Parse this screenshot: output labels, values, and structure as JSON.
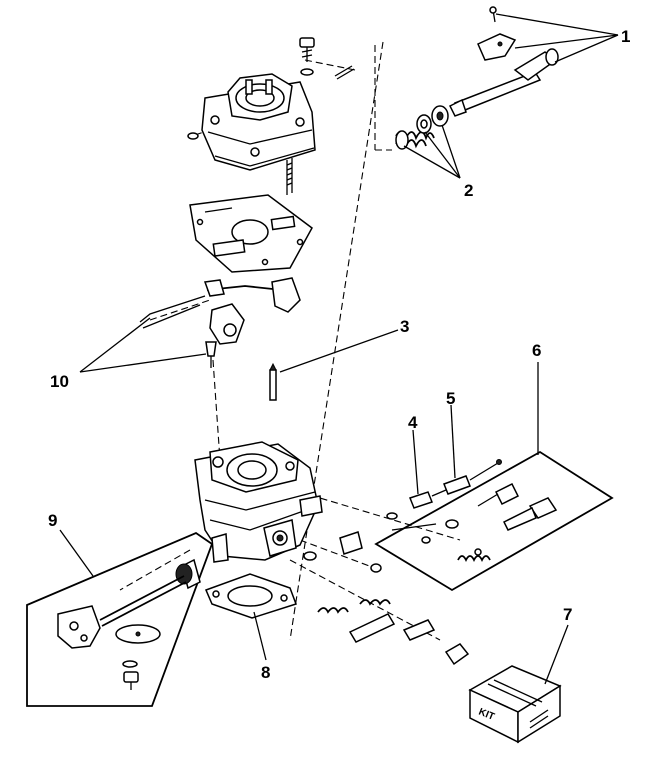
{
  "callouts": {
    "c1": "1",
    "c2": "2",
    "c3": "3",
    "c4": "4",
    "c5": "5",
    "c6": "6",
    "c7": "7",
    "c8": "8",
    "c9": "9",
    "c10": "10"
  },
  "kit_label": "KIT"
}
